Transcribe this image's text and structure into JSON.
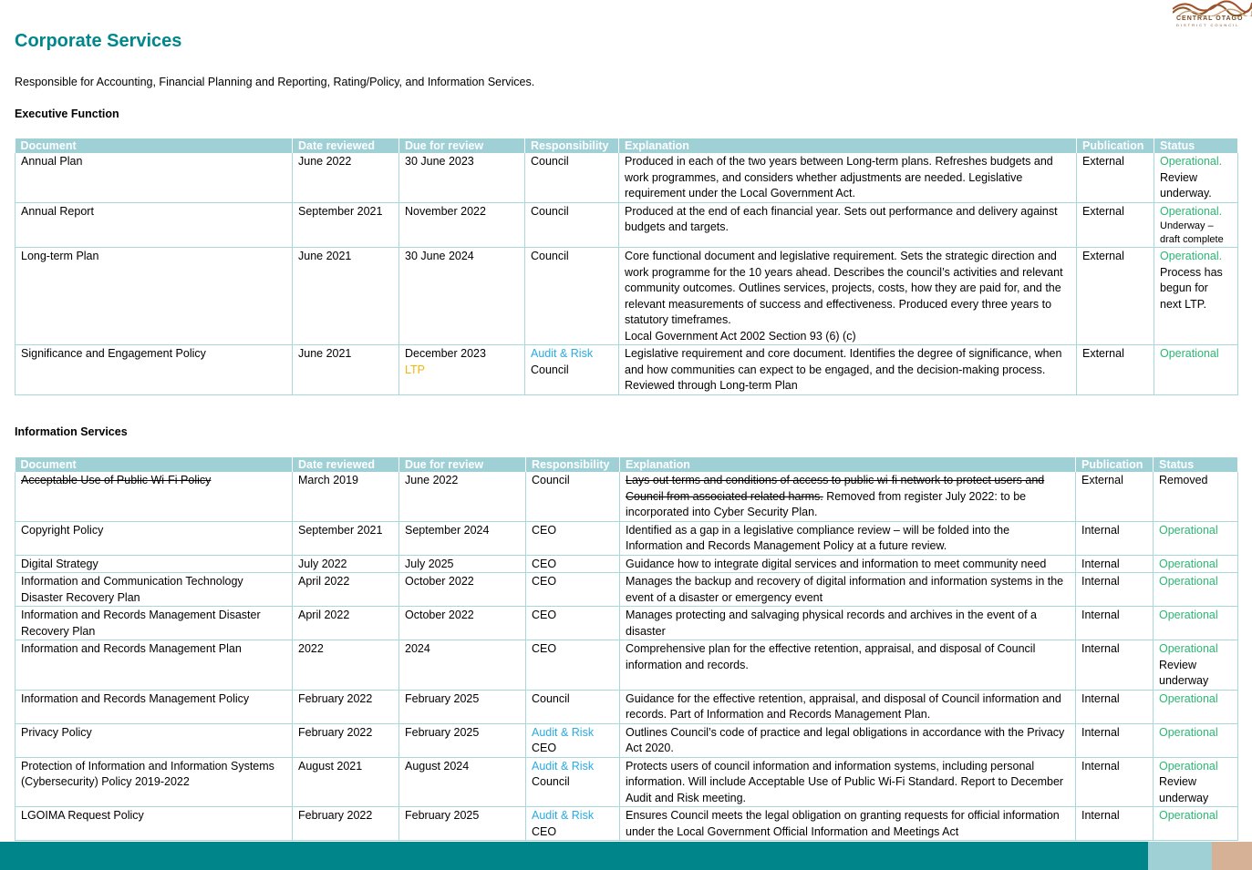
{
  "logo": {
    "name": "CENTRAL OTAGO",
    "sub": "DISTRICT COUNCIL"
  },
  "page": {
    "title": "Corporate Services",
    "intro": "Responsible for Accounting, Financial Planning and Reporting, Rating/Policy, and Information Services."
  },
  "columns": [
    "Document",
    "Date reviewed",
    "Due for review",
    "Responsibility",
    "Explanation",
    "Publication",
    "Status"
  ],
  "sections": [
    {
      "heading": "Executive Function",
      "rows": [
        {
          "document": "Annual Plan",
          "date_reviewed": "June 2022",
          "due": [
            "30 June 2023"
          ],
          "responsibility": [
            {
              "text": "Council",
              "color": "black"
            }
          ],
          "explanation": [
            {
              "text": "Produced in each of the two years between Long-term plans. Refreshes budgets and work programmes, and considers whether adjustments are needed. Legislative requirement under the Local Government Act.",
              "strike": false
            }
          ],
          "publication": "External",
          "status": "Operational.",
          "status_note": "Review underway."
        },
        {
          "document": "Annual Report",
          "date_reviewed": "September 2021",
          "due": [
            "November 2022"
          ],
          "responsibility": [
            {
              "text": "Council",
              "color": "black"
            }
          ],
          "explanation": [
            {
              "text": "Produced at the end of each financial year. Sets out performance and delivery against budgets and targets.",
              "strike": false
            }
          ],
          "publication": "External",
          "status": "Operational.",
          "status_note": "Underway – draft complete",
          "status_note_small": true
        },
        {
          "document": "Long-term Plan",
          "date_reviewed": "June 2021",
          "due": [
            "30 June 2024"
          ],
          "responsibility": [
            {
              "text": "Council",
              "color": "black"
            }
          ],
          "explanation": [
            {
              "text": "Core functional document and legislative requirement. Sets the strategic direction and work programme for the 10 years ahead. Describes the council’s activities and relevant community outcomes. Outlines services, projects, costs, how they are paid for, and the relevant measurements of success and effectiveness. Produced every three years to statutory timeframes.",
              "strike": false,
              "block": true
            },
            {
              "text": "Local Government Act 2002 Section 93 (6) (c)",
              "strike": false,
              "block": true
            }
          ],
          "publication": "External",
          "status": "Operational.",
          "status_note": "Process has begun for next LTP."
        },
        {
          "document": "Significance and Engagement Policy",
          "date_reviewed": "June 2021",
          "due": [
            "December 2023",
            "LTP"
          ],
          "responsibility": [
            {
              "text": "Audit & Risk",
              "color": "cyan"
            },
            {
              "text": "Council",
              "color": "black"
            }
          ],
          "explanation": [
            {
              "text": "Legislative requirement and core document. Identifies the degree of significance, when and how communities can expect to be engaged, and the decision-making process.",
              "strike": false,
              "block": true
            },
            {
              "text": "Reviewed through Long-term Plan",
              "strike": false,
              "block": true
            }
          ],
          "publication": "External",
          "status": "Operational",
          "status_note": ""
        }
      ]
    },
    {
      "heading": "Information Services",
      "rows": [
        {
          "document": "Acceptable Use of Public Wi-Fi Policy",
          "document_strike": true,
          "date_reviewed": "March 2019",
          "due": [
            "June 2022"
          ],
          "responsibility": [
            {
              "text": "Council",
              "color": "black"
            }
          ],
          "explanation": [
            {
              "text": "Lays out terms and conditions of access to public wi-fi network to protect users and Council from associated related harms.",
              "strike": true
            },
            {
              "text": " Removed from register July 2022: to be incorporated into Cyber Security Plan.",
              "strike": false
            }
          ],
          "publication": "External",
          "status": "",
          "status_note": "Removed"
        },
        {
          "document": "Copyright Policy",
          "date_reviewed": "September 2021",
          "due": [
            "September 2024"
          ],
          "responsibility": [
            {
              "text": "CEO",
              "color": "black"
            }
          ],
          "explanation": [
            {
              "text": "Identified as a gap in a legislative compliance review – will be folded into the Information and Records Management Policy at a future review.",
              "strike": false
            }
          ],
          "publication": "Internal",
          "status": "Operational",
          "status_note": ""
        },
        {
          "document": "Digital Strategy",
          "date_reviewed": "July 2022",
          "due": [
            "July 2025"
          ],
          "responsibility": [
            {
              "text": "CEO",
              "color": "black"
            }
          ],
          "explanation": [
            {
              "text": "Guidance how to integrate digital services and information to meet community need",
              "strike": false
            }
          ],
          "publication": "Internal",
          "status": "Operational",
          "status_note": ""
        },
        {
          "document": "Information and Communication Technology Disaster Recovery Plan",
          "date_reviewed": "April 2022",
          "due": [
            "October 2022"
          ],
          "responsibility": [
            {
              "text": "CEO",
              "color": "black"
            }
          ],
          "explanation": [
            {
              "text": "Manages the backup and recovery of digital information and information systems in the event of a disaster or emergency event",
              "strike": false
            }
          ],
          "publication": "Internal",
          "status": "Operational",
          "status_note": ""
        },
        {
          "document": "Information and Records Management Disaster Recovery Plan",
          "date_reviewed": "April 2022",
          "due": [
            "October 2022"
          ],
          "responsibility": [
            {
              "text": "CEO",
              "color": "black"
            }
          ],
          "explanation": [
            {
              "text": "Manages protecting and salvaging physical records and archives in the event of a disaster",
              "strike": false
            }
          ],
          "publication": "Internal",
          "status": "Operational",
          "status_note": ""
        },
        {
          "document": "Information and Records Management Plan",
          "date_reviewed": "2022",
          "due": [
            "2024"
          ],
          "responsibility": [
            {
              "text": "CEO",
              "color": "black"
            }
          ],
          "explanation": [
            {
              "text": "Comprehensive plan for the effective retention, appraisal, and disposal of Council information and records.",
              "strike": false
            }
          ],
          "publication": "Internal",
          "status": "Operational",
          "status_note": "Review underway"
        },
        {
          "document": "Information and Records Management Policy",
          "date_reviewed": "February 2022",
          "due": [
            "February 2025"
          ],
          "responsibility": [
            {
              "text": "Council",
              "color": "black"
            }
          ],
          "explanation": [
            {
              "text": "Guidance for the effective retention, appraisal, and disposal of Council information and records. Part of Information and Records Management Plan.",
              "strike": false
            }
          ],
          "publication": "Internal",
          "status": "Operational",
          "status_note": ""
        },
        {
          "document": "Privacy Policy",
          "date_reviewed": "February 2022",
          "due": [
            "February 2025"
          ],
          "responsibility": [
            {
              "text": "Audit & Risk",
              "color": "cyan"
            },
            {
              "text": "CEO",
              "color": "black"
            }
          ],
          "explanation": [
            {
              "text": "Outlines Council’s code of practice and legal obligations in accordance with the Privacy Act 2020.",
              "strike": false
            }
          ],
          "publication": "Internal",
          "status": "Operational",
          "status_note": ""
        },
        {
          "document": "Protection of Information and Information Systems (Cybersecurity) Policy 2019-2022",
          "date_reviewed": "August 2021",
          "due": [
            "August 2024"
          ],
          "responsibility": [
            {
              "text": "Audit & Risk",
              "color": "cyan"
            },
            {
              "text": "Council",
              "color": "black"
            }
          ],
          "explanation": [
            {
              "text": "Protects users of council information and information systems, including personal information. Will include Acceptable Use of Public Wi-Fi Standard. Report to December Audit and Risk meeting.",
              "strike": false
            }
          ],
          "publication": "Internal",
          "status": "Operational",
          "status_note": "Review underway"
        },
        {
          "document": "LGOIMA Request Policy",
          "date_reviewed": "February 2022",
          "due": [
            "February 2025"
          ],
          "responsibility": [
            {
              "text": "Audit & Risk",
              "color": "cyan"
            },
            {
              "text": "CEO",
              "color": "black"
            }
          ],
          "explanation": [
            {
              "text": "Ensures Council meets the legal obligation on granting requests for official information under the Local Government Official Information and Meetings Act",
              "strike": false
            }
          ],
          "publication": "Internal",
          "status": "Operational",
          "status_note": ""
        }
      ]
    }
  ]
}
